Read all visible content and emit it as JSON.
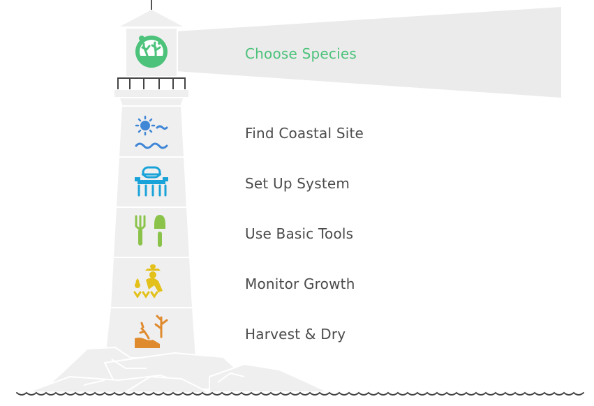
{
  "steps": [
    {
      "label": "Choose Species",
      "icon": "seaweed-icon",
      "color": "#4cc27a",
      "active": true
    },
    {
      "label": "Find Coastal Site",
      "icon": "sun-waves-icon",
      "color": "#3f86d6",
      "active": false
    },
    {
      "label": "Set Up System",
      "icon": "irrigation-system-icon",
      "color": "#1aa3d9",
      "active": false
    },
    {
      "label": "Use Basic Tools",
      "icon": "garden-tools-icon",
      "color": "#8bc34a",
      "active": false
    },
    {
      "label": "Monitor Growth",
      "icon": "farmer-planting-icon",
      "color": "#e3c11a",
      "active": false
    },
    {
      "label": "Harvest & Dry",
      "icon": "harvest-plant-icon",
      "color": "#e08a2e",
      "active": false
    }
  ],
  "colors": {
    "lighthouse": "#efefef",
    "outline": "#ffffff",
    "beam": "#ebebeb",
    "ink": "#4a4a4a",
    "wave": "#444444"
  }
}
